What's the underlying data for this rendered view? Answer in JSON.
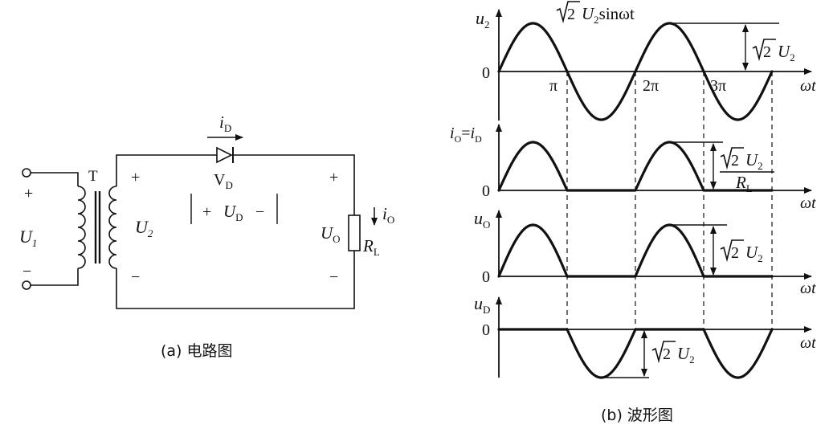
{
  "circuit": {
    "caption": "(a) 电路图",
    "transformer_label": "T",
    "input_label": "U",
    "input_sub": "1",
    "secondary_label": "U",
    "secondary_sub": "2",
    "diode_label": "V",
    "diode_sub": "D",
    "diode_current": "i",
    "diode_current_sub": "D",
    "diode_voltage": "U",
    "diode_voltage_sub": "D",
    "output_label": "U",
    "output_sub": "O",
    "load_label": "R",
    "load_sub": "L",
    "output_current": "i",
    "output_current_sub": "O",
    "plus": "+",
    "minus": "−"
  },
  "waveforms": {
    "caption": "(b) 波形图",
    "x_axis_label": "ωt",
    "zero_label": "0",
    "tick_pi": "π",
    "tick_2pi": "2π",
    "tick_3pi": "3π",
    "u2_label": "u",
    "u2_sub": "2",
    "u2_formula_pre": "U",
    "u2_formula_sub": "2",
    "u2_formula_post": "sinωt",
    "amp_u2": "U",
    "amp_u2_sub": "2",
    "io_label_a": "i",
    "io_label_a_sub": "O",
    "io_label_eq": "=",
    "io_label_b": "i",
    "io_label_b_sub": "D",
    "io_amp_num": "U",
    "io_amp_num_sub": "2",
    "io_amp_den": "R",
    "io_amp_den_sub": "L",
    "uo_label": "u",
    "uo_sub": "O",
    "uo_amp": "U",
    "uo_amp_sub": "2",
    "ud_label": "u",
    "ud_sub": "D",
    "ud_amp": "U",
    "ud_amp_sub": "2",
    "sqrt2": "2"
  }
}
